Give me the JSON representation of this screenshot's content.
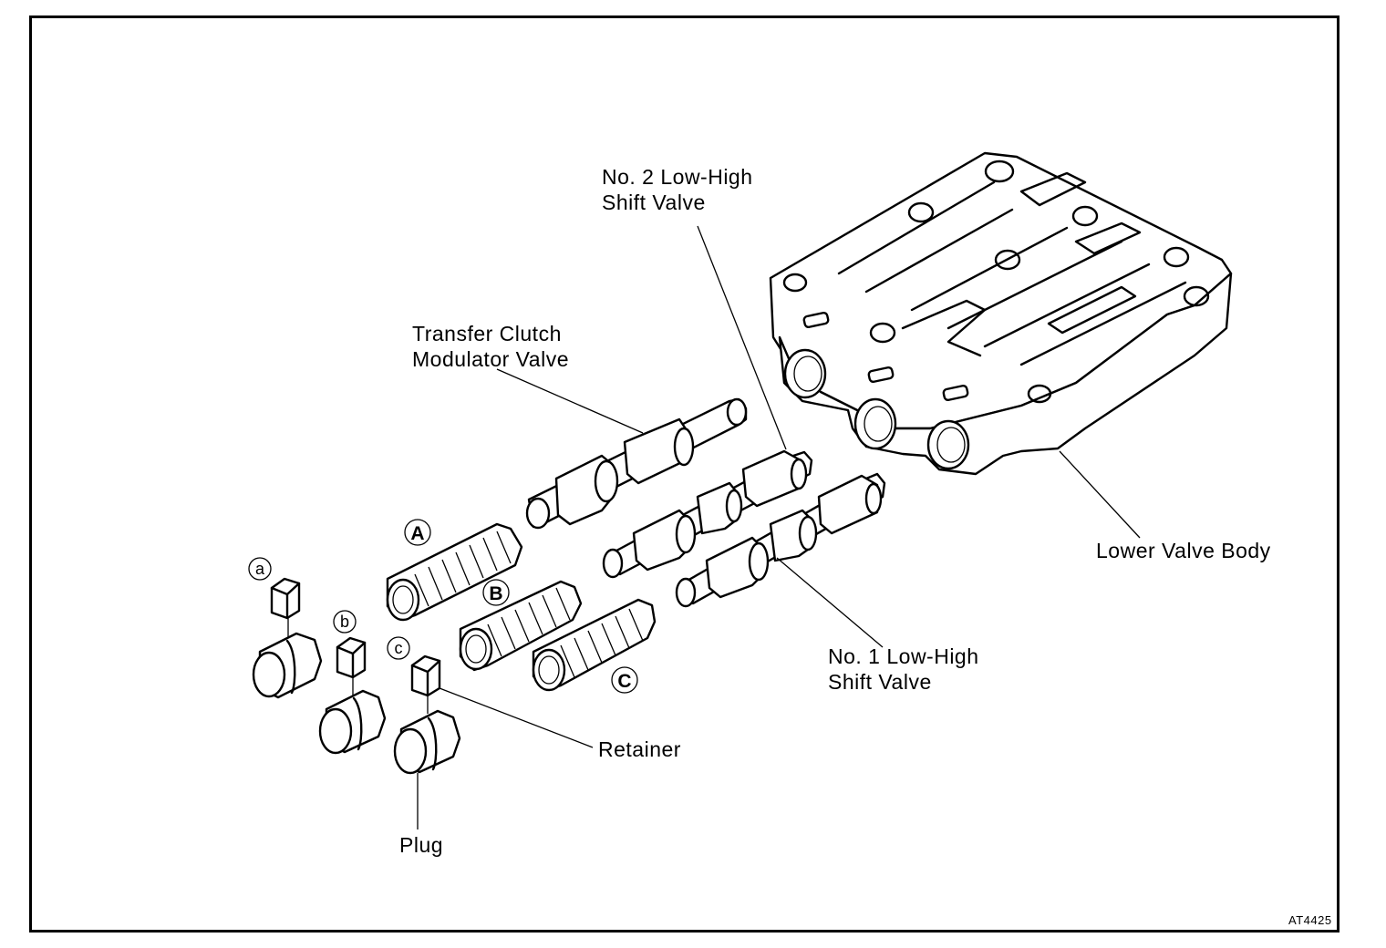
{
  "labels": {
    "no2_valve": "No. 2 Low-High\nShift Valve",
    "transfer_valve": "Transfer Clutch\nModulator Valve",
    "lower_body": "Lower Valve Body",
    "no1_valve": "No. 1 Low-High\nShift Valve",
    "retainer": "Retainer",
    "plug": "Plug",
    "spring_a": "A",
    "spring_b": "B",
    "spring_c": "C",
    "ret_a": "a",
    "ret_b": "b",
    "ret_c": "c"
  },
  "figure_code": "AT4425"
}
